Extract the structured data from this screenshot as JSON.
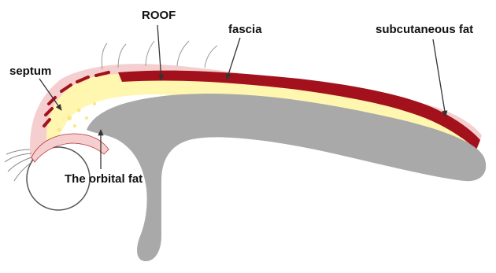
{
  "labels": {
    "roof": "ROOF",
    "fascia": "fascia",
    "subcutaneous_fat": "subcutaneous fat",
    "septum": "septum",
    "orbital_fat": "The orbital fat"
  },
  "colors": {
    "bone": "#a9a9a9",
    "skin": "#f5cfd0",
    "fat": "#fff7b0",
    "muscle": "#a3121c",
    "outline": "#333333",
    "text": "#111111"
  }
}
